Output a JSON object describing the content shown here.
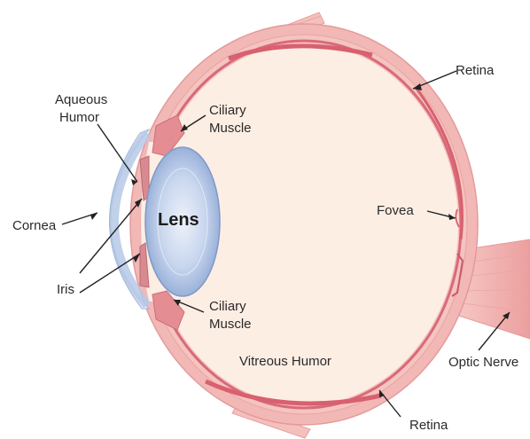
{
  "labels": {
    "retina_top": "Retina",
    "aqueous_humor_line1": "Aqueous",
    "aqueous_humor_line2": "Humor",
    "ciliary_top_line1": "Ciliary",
    "ciliary_top_line2": "Muscle",
    "lens": "Lens",
    "fovea": "Fovea",
    "cornea": "Cornea",
    "iris": "Iris",
    "ciliary_bottom_line1": "Ciliary",
    "ciliary_bottom_line2": "Muscle",
    "vitreous_humor": "Vitreous Humor",
    "optic_nerve": "Optic Nerve",
    "retina_bottom": "Retina"
  },
  "colors": {
    "sclera": "#f2b8b6",
    "sclera_edge": "#e39a9a",
    "retina": "#d96a78",
    "vitreous": "#fdeee4",
    "cornea": "#c9d9ef",
    "lens": "#b9cbe8",
    "lens_center": "#e8eef8",
    "iris": "#d98a90",
    "nerve": "#f0b3b2"
  }
}
